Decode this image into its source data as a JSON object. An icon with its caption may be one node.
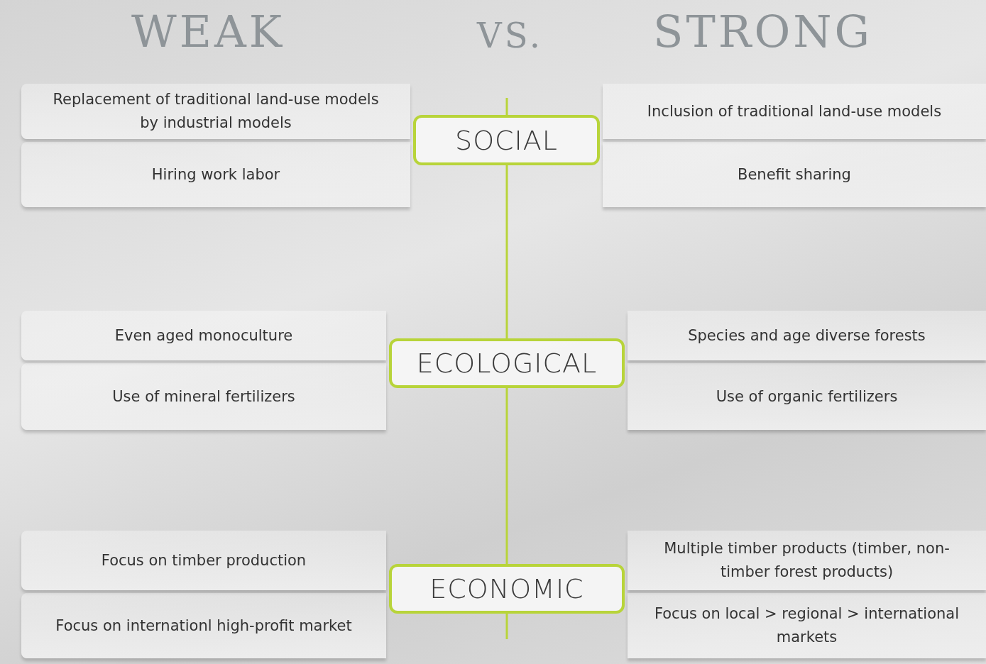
{
  "diagram": {
    "nodes": [
      {
        "text": [
          "Replacement of traditional land-use models by industrial models"
        ]
      },
      {
        "text": [
          "Inclusion of traditional land-use models"
        ]
      },
      {
        "text": [
          "SOCIAL"
        ]
      },
      {
        "text": [
          "Hiring work labor"
        ]
      },
      {
        "text": [
          "Benefit sharing"
        ]
      },
      {
        "text": [
          "Even aged monoculture"
        ]
      },
      {
        "text": [
          "Species and age diverse forests"
        ]
      },
      {
        "text": [
          "ECOLOGICAL"
        ]
      },
      {
        "text": [
          "Use of mineral fertilizers"
        ]
      },
      {
        "text": [
          "Use of organic fertilizers"
        ]
      },
      {
        "text": [
          "Focus on timber production"
        ]
      },
      {
        "text": [
          "Multiple timber products (timber, non-timber forest products)"
        ]
      },
      {
        "text": [
          "ECONOMIC"
        ]
      },
      {
        "text": [
          "Focus on internationl high-profit market"
        ]
      },
      {
        "text": [
          "Focus on local > regional > international markets"
        ]
      }
    ],
    "edges": [
      {
        "from": null,
        "to": 2,
        "arrow": "none"
      },
      {
        "from": 2,
        "to": 7,
        "arrow": "none"
      },
      {
        "from": 7,
        "to": 12,
        "arrow": "none"
      },
      {
        "from": 12,
        "to": null,
        "arrow": "none"
      }
    ],
    "labels": [
      "WEAK",
      "VS.",
      "STRONG"
    ]
  }
}
